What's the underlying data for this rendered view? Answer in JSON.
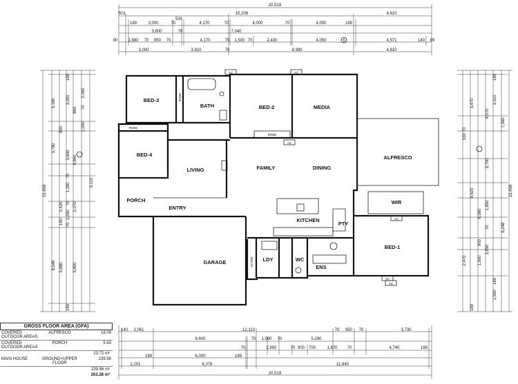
{
  "rooms": {
    "bed3": "BED-3",
    "robe_bed3": "ROBE",
    "bath": "BATH",
    "bed2": "BED-2",
    "media": "MEDIA",
    "robe_bed4": "ROBE",
    "robe_bed2": "ROBE",
    "bed4": "BED-4",
    "living": "LIVING",
    "family": "FAMILY",
    "dining": "DINING",
    "alfresco": "ALFRESCO",
    "porch": "PORCH",
    "entry": "ENTRY",
    "kitchen": "KITCHEN",
    "wir": "WIR",
    "pty": "PTY",
    "garage": "GARAGE",
    "store": "STORE",
    "ldy": "LDY",
    "wc": "WC",
    "ens": "ENS",
    "bed1": "BED-1",
    "ac": "AC"
  },
  "dims_top": {
    "overall": "20,519",
    "r1": [
      "501",
      "15,208",
      "4,810"
    ],
    "r2": [
      "189",
      "3,000",
      "70",
      "530",
      "4,170",
      "70",
      "4,000",
      "70",
      "4,050",
      "189"
    ],
    "r3": [
      "3,800",
      "70",
      "7,040"
    ],
    "r4": [
      "90",
      "1,980",
      "70",
      "950",
      "70",
      "4,170",
      "70",
      "1,500",
      "70",
      "2,430",
      "4,050",
      "6",
      "4,571",
      "140",
      "89"
    ],
    "r5": [
      "3,000",
      "3,910",
      "70",
      "8,380",
      "4,810"
    ]
  },
  "dims_bottom": {
    "r1": [
      "140",
      "2,061",
      "12,110",
      "70",
      "950",
      "70",
      "3,730"
    ],
    "r2": [
      "6,600",
      "70",
      "1,080",
      "70",
      "5,290"
    ],
    "r3": [
      "70",
      "2,950",
      "70",
      "900",
      "700",
      "1,670",
      "70",
      "4,740",
      "189"
    ],
    "r4": [
      "189",
      "6,000",
      "189"
    ],
    "r5": [
      "2,201",
      "6,378",
      "11,940"
    ],
    "overall": "20,519"
  },
  "dims_left": {
    "overall": "15,498",
    "labels": [
      "3,189",
      "189",
      "3,000",
      "2,050",
      "70",
      "860",
      "1,000",
      "3,780",
      "900",
      "3,600",
      "4,860",
      "5,110",
      "70",
      "1,190",
      "2,420",
      "2,070",
      "70",
      "140",
      "1,250",
      "70",
      "8,549",
      "5,880",
      "5,800",
      "189"
    ]
  },
  "dims_right": {
    "overall": "15,498",
    "labels": [
      "3,470",
      "3,510",
      "4,070",
      "189",
      "7,350",
      "70",
      "530",
      "3,700",
      "1,850",
      "6,520",
      "6,248",
      "6,080",
      "70",
      "900",
      "3,950",
      "1,500",
      "2,470",
      "189",
      "1,500",
      "189"
    ]
  },
  "gfa": {
    "title": "GROSS FLOOR AREA (GFA)",
    "rows": [
      {
        "area": "COVERED OUTDOOR AREAS",
        "name": "ALFRESCO",
        "value": "18.09"
      },
      {
        "area": "COVERED OUTDOOR AREAS",
        "name": "PORCH",
        "value": "5.63"
      }
    ],
    "outdoor_total": "23.72 m²",
    "main": {
      "area": "MAIN HOUSE",
      "name": "GROUND+UPPER FLOOR",
      "value": "239.56"
    },
    "main_total": "239.56 m²",
    "grand_total": "263.28 m²"
  }
}
